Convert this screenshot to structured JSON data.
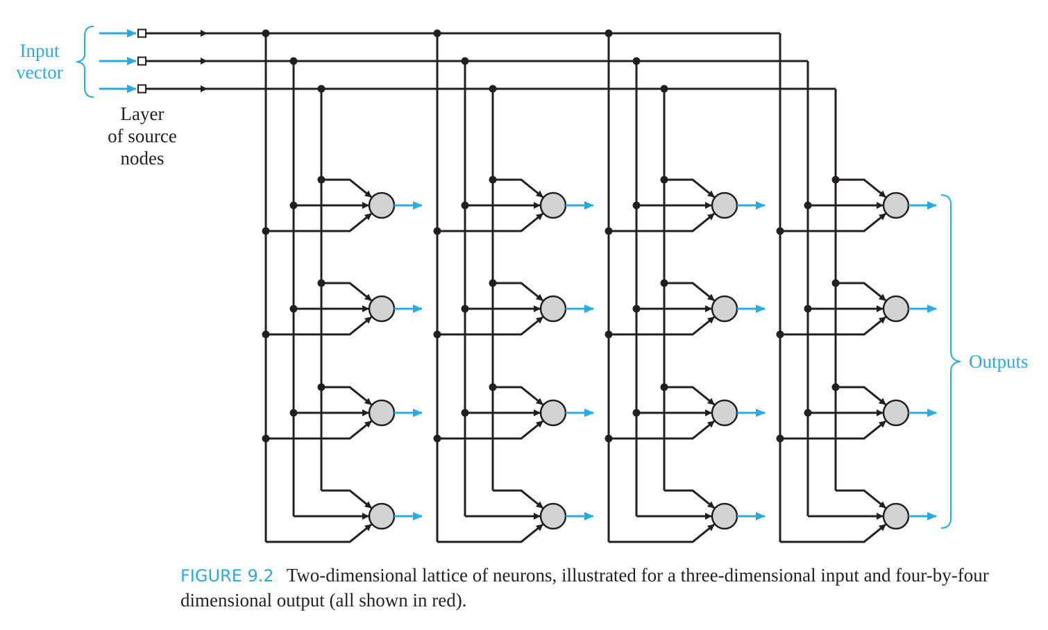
{
  "labels": {
    "input_vector_line1": "Input",
    "input_vector_line2": "vector",
    "source_layer_line1": "Layer",
    "source_layer_line2": "of source",
    "source_layer_line3": "nodes",
    "outputs": "Outputs"
  },
  "caption": {
    "figure_number": "FIGURE 9.2",
    "text": "Two-dimensional lattice of neurons, illustrated for a three-dimensional input and four-by-four dimensional output (all shown in red)."
  },
  "lattice": {
    "inputs": 3,
    "rows": 4,
    "cols": 4
  },
  "colors": {
    "accent": "#29abe2",
    "line": "#231f20",
    "neuron_fill": "#d1d3d4"
  }
}
